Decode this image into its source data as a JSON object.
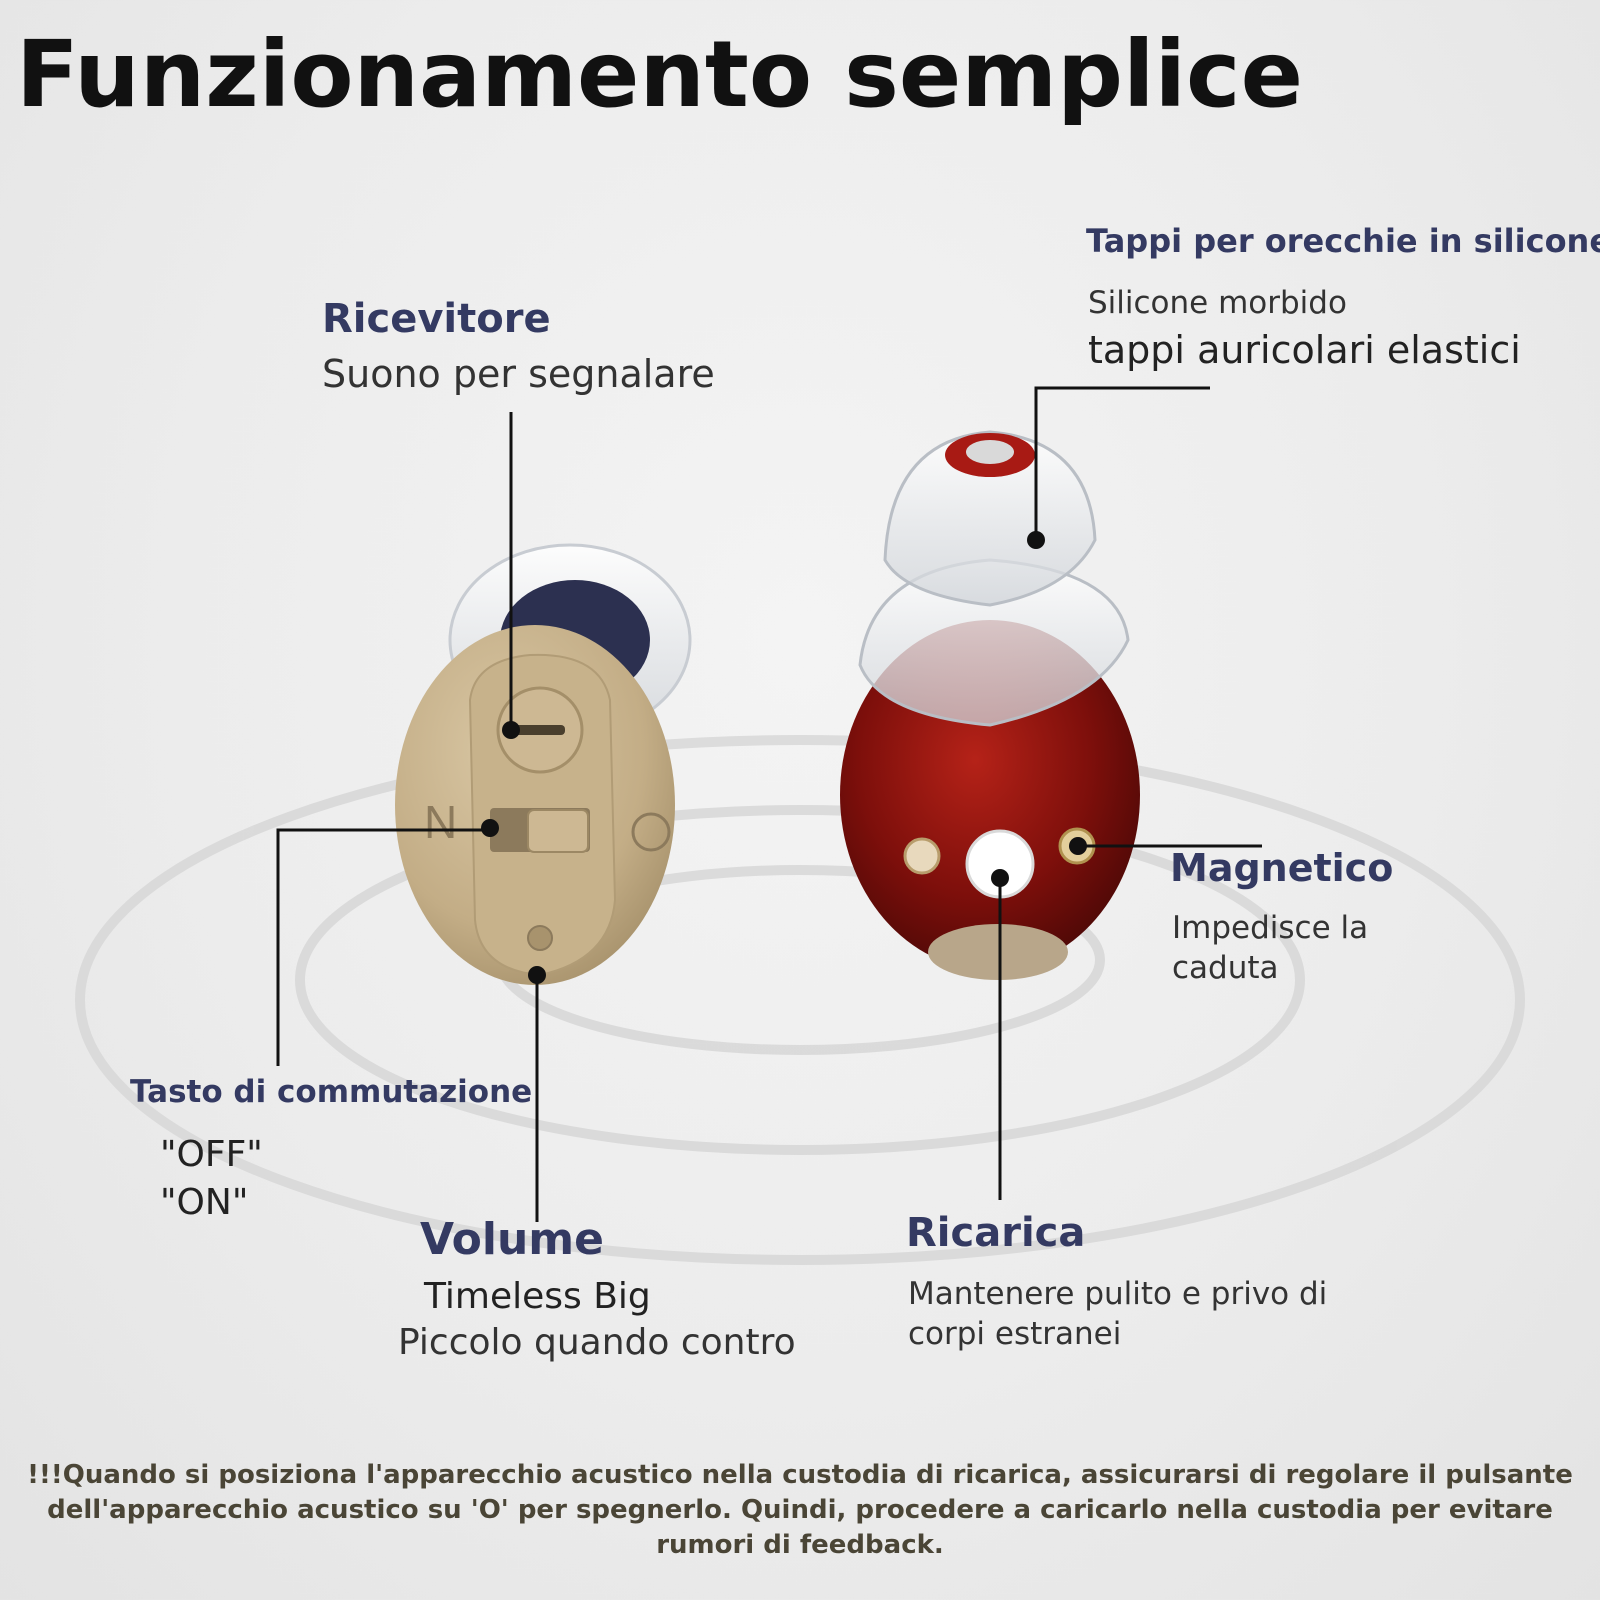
{
  "title": "Funzionamento semplice",
  "labels": {
    "ricevitore": {
      "heading": "Ricevitore",
      "text": "Suono per segnalare"
    },
    "tappi": {
      "heading": "Tappi per orecchie in silicone",
      "line1": "Silicone morbido",
      "line2": "tappi auricolari elastici"
    },
    "magnetico": {
      "heading": "Magnetico",
      "line1": "Impedisce la",
      "line2": "caduta"
    },
    "tasto": {
      "heading": "Tasto di commutazione",
      "line1": "\"OFF\"",
      "line2": "\"ON\""
    },
    "volume": {
      "heading": "Volume",
      "line1": "Timeless Big",
      "line2": "Piccolo quando contro"
    },
    "ricarica": {
      "heading": "Ricarica",
      "line1": "Mantenere pulito e privo di",
      "line2": "corpi estranei"
    }
  },
  "device_marks": {
    "left_letter": "N",
    "right_letter": "O"
  },
  "note": "!!!Quando si posiziona l'apparecchio acustico nella custodia di ricarica, assicurarsi di regolare il pulsante dell'apparecchio acustico su 'O' per spegnerlo. Quindi, procedere a caricarlo nella custodia per evitare rumori di feedback.",
  "colors": {
    "heading": "#343a62",
    "body_text": "#222222",
    "note_text": "#4a4536",
    "device_beige": "#c9b48e",
    "device_red": "#8a1410"
  }
}
